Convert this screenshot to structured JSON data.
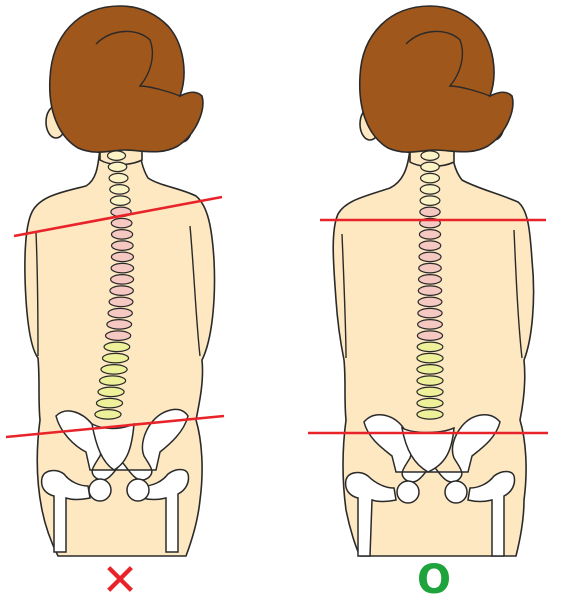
{
  "figures": [
    {
      "id": "bad",
      "verdict_mark": "✕",
      "verdict_color": "#e8232a",
      "posture": "tilted",
      "spine": "curved"
    },
    {
      "id": "good",
      "verdict_mark": "O",
      "verdict_color": "#1fa33c",
      "posture": "level",
      "spine": "straight"
    }
  ],
  "colors": {
    "skin": "#fde8c2",
    "outline": "#2a2a2a",
    "hair": "#a0571c",
    "vertebra_cervical": "#fbf3c5",
    "vertebra_thoracic": "#f6c8c2",
    "vertebra_lumbar": "#eef09a",
    "bone": "#ffffff",
    "guide_line": "#e8232a"
  }
}
